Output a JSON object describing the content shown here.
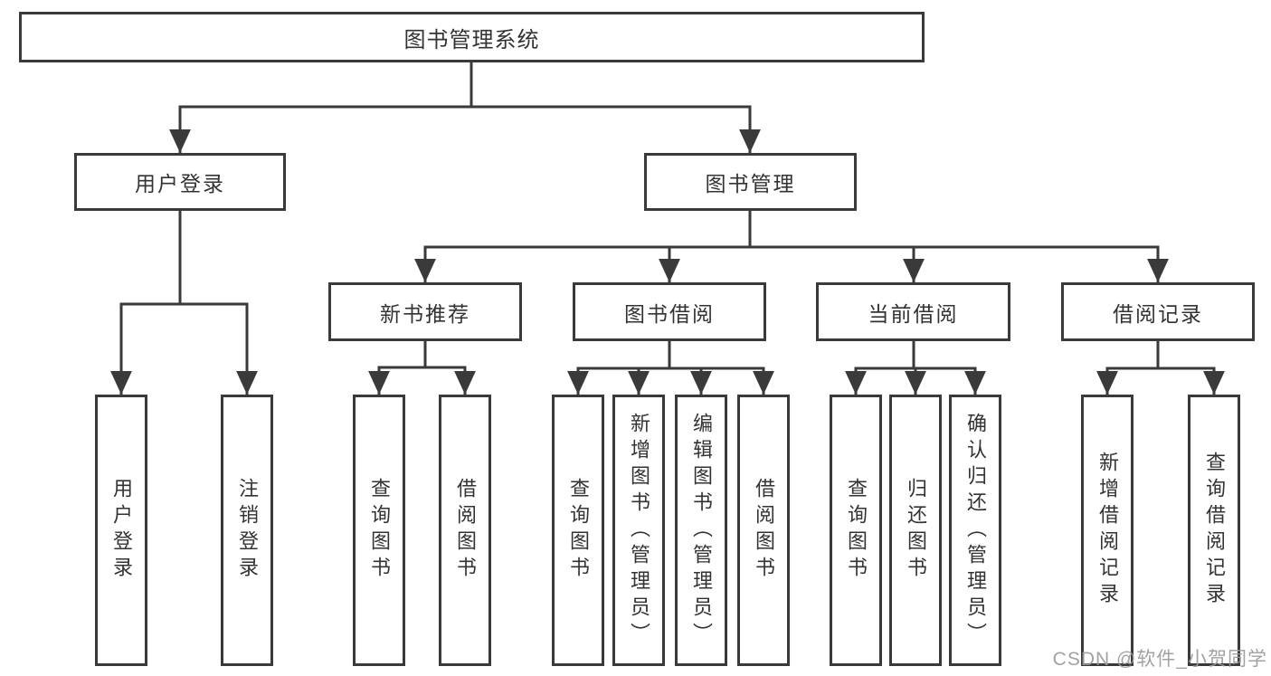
{
  "diagram_type": "hierarchy-tree",
  "tree": {
    "label": "图书管理系统",
    "children": [
      {
        "label": "用户登录",
        "children": [
          {
            "label": "用户登录"
          },
          {
            "label": "注销登录"
          }
        ]
      },
      {
        "label": "图书管理",
        "children": [
          {
            "label": "新书推荐",
            "children": [
              {
                "label": "查询图书"
              },
              {
                "label": "借阅图书"
              }
            ]
          },
          {
            "label": "图书借阅",
            "children": [
              {
                "label": "查询图书"
              },
              {
                "label": "新增图书（管理员）"
              },
              {
                "label": "编辑图书（管理员）"
              },
              {
                "label": "借阅图书"
              }
            ]
          },
          {
            "label": "当前借阅",
            "children": [
              {
                "label": "查询图书"
              },
              {
                "label": "归还图书"
              },
              {
                "label": "确认归还（管理员）"
              }
            ]
          },
          {
            "label": "借阅记录",
            "children": [
              {
                "label": "新增借阅记录"
              },
              {
                "label": "查询借阅记录"
              }
            ]
          }
        ]
      }
    ]
  },
  "watermark": {
    "text": "CSDN @软件_小贺同学"
  },
  "colors": {
    "line": "#3a3a3a",
    "box_border": "#3a3a3a",
    "text": "#333333",
    "watermark": "#9b9b9b",
    "background": "#ffffff"
  }
}
